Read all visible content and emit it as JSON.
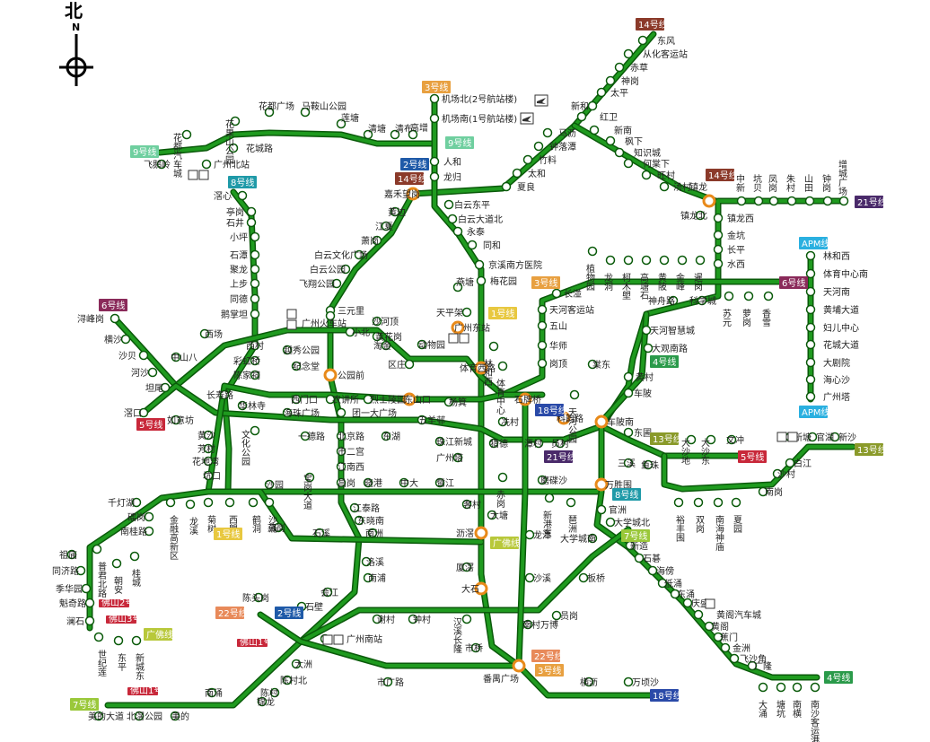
{
  "compass": {
    "label": "北",
    "letter": "N"
  },
  "colors": {
    "track": "#1f9a1f",
    "track_border": "#0a5a0a",
    "interchange_ring": "#e88a1a",
    "station_fill": "#ffffff"
  },
  "line_badges": [
    {
      "id": "b14a",
      "text": "14号线",
      "color": "#8b3a2a"
    },
    {
      "id": "b3a",
      "text": "3号线",
      "color": "#e8a040"
    },
    {
      "id": "b9a",
      "text": "9号线",
      "color": "#6fcf9f"
    },
    {
      "id": "b9b",
      "text": "9号线",
      "color": "#6fcf9f"
    },
    {
      "id": "b2a",
      "text": "2号线",
      "color": "#1f5aa8"
    },
    {
      "id": "b14b",
      "text": "14号线",
      "color": "#8b3a2a"
    },
    {
      "id": "b8a",
      "text": "8号线",
      "color": "#1f9aa8"
    },
    {
      "id": "b14c",
      "text": "14号线",
      "color": "#8b3a2a"
    },
    {
      "id": "b21a",
      "text": "21号线",
      "color": "#4a2a6a"
    },
    {
      "id": "bapm1",
      "text": "APM线",
      "color": "#2ab0e0"
    },
    {
      "id": "bapm2",
      "text": "APM线",
      "color": "#2ab0e0"
    },
    {
      "id": "b6a",
      "text": "6号线",
      "color": "#8a2a5a"
    },
    {
      "id": "b6b",
      "text": "6号线",
      "color": "#8a2a5a"
    },
    {
      "id": "b3b",
      "text": "3号线",
      "color": "#e8a040"
    },
    {
      "id": "b1a",
      "text": "1号线",
      "color": "#e8c840"
    },
    {
      "id": "b4a",
      "text": "4号线",
      "color": "#2a9a4a"
    },
    {
      "id": "b5a",
      "text": "5号线",
      "color": "#c8283a"
    },
    {
      "id": "b18a",
      "text": "18号线",
      "color": "#2a4aa8"
    },
    {
      "id": "b21b",
      "text": "21号线",
      "color": "#4a2a6a"
    },
    {
      "id": "b13a",
      "text": "13号线",
      "color": "#8a9a2a"
    },
    {
      "id": "b5b",
      "text": "5号线",
      "color": "#c8283a"
    },
    {
      "id": "b13b",
      "text": "13号线",
      "color": "#8a9a2a"
    },
    {
      "id": "b8b",
      "text": "8号线",
      "color": "#1f9aa8"
    },
    {
      "id": "b1b",
      "text": "1号线",
      "color": "#e8c840"
    },
    {
      "id": "bgf",
      "text": "广佛线",
      "color": "#b8c83a"
    },
    {
      "id": "b7a",
      "text": "7号线",
      "color": "#9ac83a"
    },
    {
      "id": "b22a",
      "text": "22号线",
      "color": "#e88a5a"
    },
    {
      "id": "b2b",
      "text": "2号线",
      "color": "#1f5aa8"
    },
    {
      "id": "bgf2",
      "text": "广佛线",
      "color": "#b8c83a"
    },
    {
      "id": "b22b",
      "text": "22号线",
      "color": "#e88a5a"
    },
    {
      "id": "b3c",
      "text": "3号线",
      "color": "#e8a040"
    },
    {
      "id": "b7b",
      "text": "7号线",
      "color": "#9ac83a"
    },
    {
      "id": "b18b",
      "text": "18号线",
      "color": "#2a4aa8"
    },
    {
      "id": "b4b",
      "text": "4号线",
      "color": "#2a9a4a"
    },
    {
      "id": "bfs1",
      "text": "佛山2号线",
      "color": "#c8283a"
    },
    {
      "id": "bfs2",
      "text": "佛山3号线",
      "color": "#c8283a"
    },
    {
      "id": "bfs3",
      "text": "佛山1号线",
      "color": "#c8283a"
    },
    {
      "id": "bfs4",
      "text": "佛山1号线",
      "color": "#c8283a"
    }
  ],
  "stations": [
    {
      "id": "s1",
      "name": "东风"
    },
    {
      "id": "s2",
      "name": "从化客运站"
    },
    {
      "id": "s3",
      "name": "赤草"
    },
    {
      "id": "s4",
      "name": "神岗"
    },
    {
      "id": "s5",
      "name": "太平"
    },
    {
      "id": "s6",
      "name": "新和"
    },
    {
      "id": "s7",
      "name": "红卫"
    },
    {
      "id": "s8",
      "name": "新南"
    },
    {
      "id": "s9",
      "name": "枫下"
    },
    {
      "id": "s10",
      "name": "知识城"
    },
    {
      "id": "s11",
      "name": "何棠下"
    },
    {
      "id": "s12",
      "name": "旺村"
    },
    {
      "id": "s13",
      "name": "汤村"
    },
    {
      "id": "s14",
      "name": "镇龙"
    },
    {
      "id": "s15",
      "name": "镇龙北"
    },
    {
      "id": "s16",
      "name": "中新"
    },
    {
      "id": "s17",
      "name": "坑贝"
    },
    {
      "id": "s18",
      "name": "凤岗"
    },
    {
      "id": "s19",
      "name": "朱村"
    },
    {
      "id": "s20",
      "name": "山田"
    },
    {
      "id": "s21",
      "name": "钟岗"
    },
    {
      "id": "s22",
      "name": "增城广场"
    },
    {
      "id": "s23",
      "name": "机场北(2号航站楼)"
    },
    {
      "id": "s24",
      "name": "机场南(1号航站楼)"
    },
    {
      "id": "s25",
      "name": "高增"
    },
    {
      "id": "s26",
      "name": "人和"
    },
    {
      "id": "s27",
      "name": "龙归"
    },
    {
      "id": "s28",
      "name": "嘉禾望岗"
    },
    {
      "id": "s29",
      "name": "白云东平"
    },
    {
      "id": "s30",
      "name": "白云大道北"
    },
    {
      "id": "s31",
      "name": "永泰"
    },
    {
      "id": "s32",
      "name": "同和"
    },
    {
      "id": "s33",
      "name": "京溪南方医院"
    },
    {
      "id": "s34",
      "name": "梅花园"
    },
    {
      "id": "s35",
      "name": "燕塘"
    },
    {
      "id": "s36",
      "name": "马沥"
    },
    {
      "id": "s37",
      "name": "钟落潭"
    },
    {
      "id": "s38",
      "name": "竹料"
    },
    {
      "id": "s39",
      "name": "太和"
    },
    {
      "id": "s40",
      "name": "夏良"
    },
    {
      "id": "s41",
      "name": "花都广场"
    },
    {
      "id": "s42",
      "name": "马鞍山公园"
    },
    {
      "id": "s43",
      "name": "莲塘"
    },
    {
      "id": "s44",
      "name": "清塘"
    },
    {
      "id": "s45",
      "name": "清布"
    },
    {
      "id": "s46",
      "name": "花果山公园"
    },
    {
      "id": "s47",
      "name": "花都汽车城"
    },
    {
      "id": "s48",
      "name": "飞鹅岭"
    },
    {
      "id": "s49",
      "name": "广州北站"
    },
    {
      "id": "s50",
      "name": "花城路"
    },
    {
      "id": "s51",
      "name": "滘心"
    },
    {
      "id": "s52",
      "name": "亭岗"
    },
    {
      "id": "s53",
      "name": "石井"
    },
    {
      "id": "s54",
      "name": "小坪"
    },
    {
      "id": "s55",
      "name": "石潭"
    },
    {
      "id": "s56",
      "name": "聚龙"
    },
    {
      "id": "s57",
      "name": "上步"
    },
    {
      "id": "s58",
      "name": "同德"
    },
    {
      "id": "s59",
      "name": "鹅掌坦"
    },
    {
      "id": "s60",
      "name": "黄边"
    },
    {
      "id": "s61",
      "name": "江夏"
    },
    {
      "id": "s62",
      "name": "萧岗"
    },
    {
      "id": "s63",
      "name": "白云文化广场"
    },
    {
      "id": "s64",
      "name": "白云公园"
    },
    {
      "id": "s65",
      "name": "飞翔公园"
    },
    {
      "id": "s66",
      "name": "三元里"
    },
    {
      "id": "s67",
      "name": "广州火车站"
    },
    {
      "id": "s68",
      "name": "沙河顶"
    },
    {
      "id": "s69",
      "name": "黄花岗"
    },
    {
      "id": "s70",
      "name": "淘金"
    },
    {
      "id": "s71",
      "name": "区庄"
    },
    {
      "id": "s72",
      "name": "动物园"
    },
    {
      "id": "s73",
      "name": "天平架"
    },
    {
      "id": "s74",
      "name": "广州东站"
    },
    {
      "id": "s75",
      "name": "林和西"
    },
    {
      "id": "s76",
      "name": "体育西路"
    },
    {
      "id": "s77",
      "name": "体育中心"
    },
    {
      "id": "s78",
      "name": "天河客运站"
    },
    {
      "id": "s79",
      "name": "五山"
    },
    {
      "id": "s80",
      "name": "华师"
    },
    {
      "id": "s81",
      "name": "岗顶"
    },
    {
      "id": "s82",
      "name": "长湴"
    },
    {
      "id": "s83",
      "name": "植物园"
    },
    {
      "id": "s84",
      "name": "龙洞"
    },
    {
      "id": "s85",
      "name": "柯木塱"
    },
    {
      "id": "s86",
      "name": "高塘石"
    },
    {
      "id": "s87",
      "name": "黄陂"
    },
    {
      "id": "s88",
      "name": "金峰"
    },
    {
      "id": "s89",
      "name": "暹岗"
    },
    {
      "id": "s90",
      "name": "苏元"
    },
    {
      "id": "s91",
      "name": "萝岗"
    },
    {
      "id": "s92",
      "name": "香雪"
    },
    {
      "id": "s93",
      "name": "镇龙西"
    },
    {
      "id": "s94",
      "name": "金坑"
    },
    {
      "id": "s95",
      "name": "长平"
    },
    {
      "id": "s96",
      "name": "水西"
    },
    {
      "id": "s97",
      "name": "林和西"
    },
    {
      "id": "s98",
      "name": "体育中心南"
    },
    {
      "id": "s99",
      "name": "天河南"
    },
    {
      "id": "s100",
      "name": "黄埔大道"
    },
    {
      "id": "s101",
      "name": "妇儿中心"
    },
    {
      "id": "s102",
      "name": "花城大道"
    },
    {
      "id": "s103",
      "name": "大剧院"
    },
    {
      "id": "s104",
      "name": "海心沙"
    },
    {
      "id": "s105",
      "name": "广州塔"
    },
    {
      "id": "s106",
      "name": "浔峰岗"
    },
    {
      "id": "s107",
      "name": "横沙"
    },
    {
      "id": "s108",
      "name": "沙贝"
    },
    {
      "id": "s109",
      "name": "河沙"
    },
    {
      "id": "s110",
      "name": "坦尾"
    },
    {
      "id": "s111",
      "name": "中山八"
    },
    {
      "id": "s112",
      "name": "西场"
    },
    {
      "id": "s113",
      "name": "西村"
    },
    {
      "id": "s114",
      "name": "彩虹桥"
    },
    {
      "id": "s115",
      "name": "陈家祠"
    },
    {
      "id": "s116",
      "name": "长寿路"
    },
    {
      "id": "s117",
      "name": "华林寺"
    },
    {
      "id": "s118",
      "name": "越秀公园"
    },
    {
      "id": "s119",
      "name": "纪念堂"
    },
    {
      "id": "s120",
      "name": "小北"
    },
    {
      "id": "s121",
      "name": "公园前"
    },
    {
      "id": "s122",
      "name": "西门口"
    },
    {
      "id": "s123",
      "name": "海珠广场"
    },
    {
      "id": "s124",
      "name": "农讲所"
    },
    {
      "id": "s125",
      "name": "烈士陵园"
    },
    {
      "id": "s126",
      "name": "团一大广场"
    },
    {
      "id": "s127",
      "name": "东山口"
    },
    {
      "id": "s128",
      "name": "杨箕"
    },
    {
      "id": "s129",
      "name": "五羊邨"
    },
    {
      "id": "s130",
      "name": "滘口"
    },
    {
      "id": "s131",
      "name": "如意坊"
    },
    {
      "id": "s132",
      "name": "黄沙"
    },
    {
      "id": "s133",
      "name": "芳村"
    },
    {
      "id": "s134",
      "name": "花地湾"
    },
    {
      "id": "s135",
      "name": "坑口"
    },
    {
      "id": "s136",
      "name": "文化公园"
    },
    {
      "id": "s137",
      "name": "一德路"
    },
    {
      "id": "s138",
      "name": "北京路"
    },
    {
      "id": "s139",
      "name": "市二宫"
    },
    {
      "id": "s140",
      "name": "江南西"
    },
    {
      "id": "s141",
      "name": "东湖"
    },
    {
      "id": "s142",
      "name": "珠江新城"
    },
    {
      "id": "s143",
      "name": "猎德"
    },
    {
      "id": "s144",
      "name": "潭村"
    },
    {
      "id": "s145",
      "name": "员村"
    },
    {
      "id": "s146",
      "name": "科韵路"
    },
    {
      "id": "s147",
      "name": "车陂南"
    },
    {
      "id": "s148",
      "name": "东圃"
    },
    {
      "id": "s149",
      "name": "三溪"
    },
    {
      "id": "s150",
      "name": "鱼珠"
    },
    {
      "id": "s151",
      "name": "大沙地"
    },
    {
      "id": "s152",
      "name": "大沙东"
    },
    {
      "id": "s153",
      "name": "文冲"
    },
    {
      "id": "s154",
      "name": "新塘"
    },
    {
      "id": "s155",
      "name": "官湖"
    },
    {
      "id": "s156",
      "name": "新沙"
    },
    {
      "id": "s157",
      "name": "白江"
    },
    {
      "id": "s158",
      "name": "沙村"
    },
    {
      "id": "s159",
      "name": "南岗"
    },
    {
      "id": "s160",
      "name": "石牌桥"
    },
    {
      "id": "s161",
      "name": "冼村"
    },
    {
      "id": "s162",
      "name": "广州塔"
    },
    {
      "id": "s163",
      "name": "赤岗"
    },
    {
      "id": "s164",
      "name": "磨碟沙"
    },
    {
      "id": "s165",
      "name": "万胜围"
    },
    {
      "id": "s166",
      "name": "天河公园"
    },
    {
      "id": "s167",
      "name": "棠东"
    },
    {
      "id": "s168",
      "name": "黄村"
    },
    {
      "id": "s169",
      "name": "车陂"
    },
    {
      "id": "s170",
      "name": "神舟路"
    },
    {
      "id": "s171",
      "name": "科学城"
    },
    {
      "id": "s172",
      "name": "天河智慧城"
    },
    {
      "id": "s173",
      "name": "大观南路"
    },
    {
      "id": "s174",
      "name": "千灯湖"
    },
    {
      "id": "s175",
      "name": "礌岗"
    },
    {
      "id": "s176",
      "name": "南桂路"
    },
    {
      "id": "s177",
      "name": "桂城"
    },
    {
      "id": "s178",
      "name": "朝安"
    },
    {
      "id": "s179",
      "name": "普君北路"
    },
    {
      "id": "s180",
      "name": "祖庙"
    },
    {
      "id": "s181",
      "name": "同济路"
    },
    {
      "id": "s182",
      "name": "季华园"
    },
    {
      "id": "s183",
      "name": "魁奇路"
    },
    {
      "id": "s184",
      "name": "澜石"
    },
    {
      "id": "s185",
      "name": "世纪莲"
    },
    {
      "id": "s186",
      "name": "东平"
    },
    {
      "id": "s187",
      "name": "新城东"
    },
    {
      "id": "s188",
      "name": "金融高新区"
    },
    {
      "id": "s189",
      "name": "龙溪"
    },
    {
      "id": "s190",
      "name": "菊树"
    },
    {
      "id": "s191",
      "name": "西塱"
    },
    {
      "id": "s192",
      "name": "鹤洞"
    },
    {
      "id": "s193",
      "name": "沙涌"
    },
    {
      "id": "s194",
      "name": "燕岗"
    },
    {
      "id": "s195",
      "name": "沙园"
    },
    {
      "id": "s196",
      "name": "宝岗大道"
    },
    {
      "id": "s197",
      "name": "昌岗"
    },
    {
      "id": "s198",
      "name": "晓港"
    },
    {
      "id": "s199",
      "name": "中大"
    },
    {
      "id": "s200",
      "name": "鹭江"
    },
    {
      "id": "s201",
      "name": "客村"
    },
    {
      "id": "s202",
      "name": "江泰路"
    },
    {
      "id": "s203",
      "name": "东晓南"
    },
    {
      "id": "s204",
      "name": "南洲"
    },
    {
      "id": "s205",
      "name": "石溪"
    },
    {
      "id": "s206",
      "name": "洛溪"
    },
    {
      "id": "s207",
      "name": "南浦"
    },
    {
      "id": "s208",
      "name": "会江"
    },
    {
      "id": "s209",
      "name": "石壁"
    },
    {
      "id": "s210",
      "name": "广州南站"
    },
    {
      "id": "s211",
      "name": "大塘"
    },
    {
      "id": "s212",
      "name": "沥滘"
    },
    {
      "id": "s213",
      "name": "厦滘"
    },
    {
      "id": "s214",
      "name": "大石"
    },
    {
      "id": "s215",
      "name": "汉溪长隆"
    },
    {
      "id": "s216",
      "name": "市桥"
    },
    {
      "id": "s217",
      "name": "番禺广场"
    },
    {
      "id": "s218",
      "name": "新港东"
    },
    {
      "id": "s219",
      "name": "琶洲"
    },
    {
      "id": "s220",
      "name": "官洲"
    },
    {
      "id": "s221",
      "name": "大学城北"
    },
    {
      "id": "s222",
      "name": "大学城南"
    },
    {
      "id": "s223",
      "name": "新造"
    },
    {
      "id": "s224",
      "name": "石碁"
    },
    {
      "id": "s225",
      "name": "海傍"
    },
    {
      "id": "s226",
      "name": "低涌"
    },
    {
      "id": "s227",
      "name": "东涌"
    },
    {
      "id": "s228",
      "name": "庆盛"
    },
    {
      "id": "s229",
      "name": "黄阁汽车城"
    },
    {
      "id": "s230",
      "name": "黄阁"
    },
    {
      "id": "s231",
      "name": "蕉门"
    },
    {
      "id": "s232",
      "name": "金洲"
    },
    {
      "id": "s233",
      "name": "飞沙角"
    },
    {
      "id": "s234",
      "name": "广隆"
    },
    {
      "id": "s235",
      "name": "大涌"
    },
    {
      "id": "s236",
      "name": "塘坑"
    },
    {
      "id": "s237",
      "name": "南横"
    },
    {
      "id": "s238",
      "name": "南沙客运港"
    },
    {
      "id": "s239",
      "name": "龙潭"
    },
    {
      "id": "s240",
      "name": "沙溪"
    },
    {
      "id": "s241",
      "name": "板桥"
    },
    {
      "id": "s242",
      "name": "员岗"
    },
    {
      "id": "s243",
      "name": "南村万博"
    },
    {
      "id": "s244",
      "name": "谢村"
    },
    {
      "id": "s245",
      "name": "钟村"
    },
    {
      "id": "s246",
      "name": "陈头岗"
    },
    {
      "id": "s247",
      "name": "大洲"
    },
    {
      "id": "s248",
      "name": "陈村北"
    },
    {
      "id": "s249",
      "name": "陈村"
    },
    {
      "id": "s250",
      "name": "锦龙"
    },
    {
      "id": "s251",
      "name": "南涌"
    },
    {
      "id": "s252",
      "name": "美的大道"
    },
    {
      "id": "s253",
      "name": "北滘公园"
    },
    {
      "id": "s254",
      "name": "美的"
    },
    {
      "id": "s255",
      "name": "市广路"
    },
    {
      "id": "s256",
      "name": "横沥"
    },
    {
      "id": "s257",
      "name": "万顷沙"
    },
    {
      "id": "s258",
      "name": "裕丰围"
    },
    {
      "id": "s259",
      "name": "双岗"
    },
    {
      "id": "s260",
      "name": "南海神庙"
    },
    {
      "id": "s261",
      "name": "夏园"
    }
  ]
}
